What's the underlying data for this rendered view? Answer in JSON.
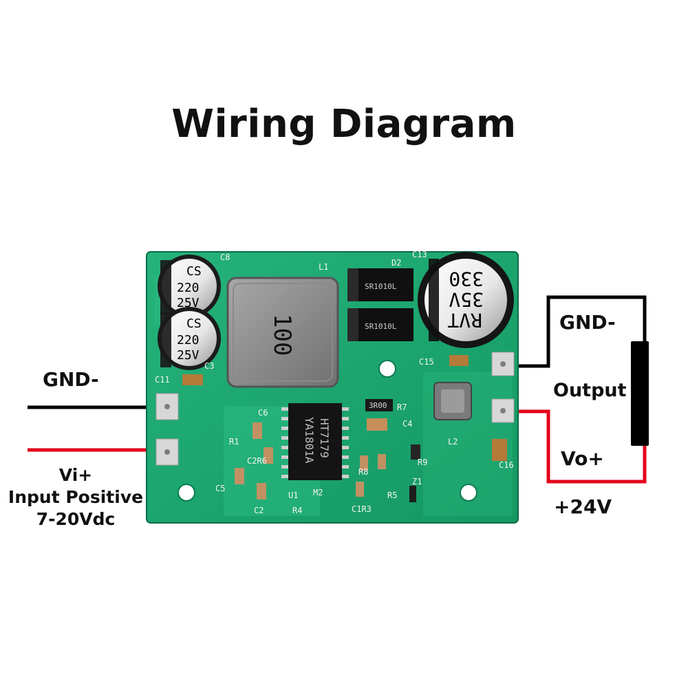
{
  "title": "Wiring Diagram",
  "input_side": {
    "gnd_label": "GND-",
    "vi_label": "Vi+",
    "description": "Input Positive",
    "voltage_range": "7-20Vdc"
  },
  "output_side": {
    "gnd_label": "GND-",
    "output_label": "Output",
    "vo_label": "Vo+",
    "voltage": "+24V"
  },
  "board": {
    "chip_marking_1": "HT7179",
    "chip_marking_2": "YA1801A",
    "inductor_marking": "100",
    "cap_small_1_top": "CS",
    "cap_small_1_mid": "220",
    "cap_small_1_bot": "25V",
    "cap_small_2_top": "CS",
    "cap_small_2_mid": "220",
    "cap_small_2_bot": "25V",
    "cap_large_top": "RVT",
    "cap_large_mid": "35V",
    "cap_large_bot": "330",
    "resistor_marking": "3R00",
    "diode_1_marking": "SR1010L",
    "diode_2_marking": "SR1010L",
    "silkscreen": {
      "c8": "C8",
      "l1": "L1",
      "c13": "C13",
      "d2": "D2",
      "c11": "C11",
      "c3": "C3",
      "c15": "C15",
      "c6": "C6",
      "r7": "R7",
      "c4": "C4",
      "r1": "R1",
      "c2r6": "C2R6",
      "r8": "R8",
      "r9": "R9",
      "l2": "L2",
      "c5": "C5",
      "u1": "U1",
      "m2": "M2",
      "r5": "R5",
      "z1": "Z1",
      "c16": "C16",
      "c2": "C2",
      "r4": "R4",
      "c1r3": "C1R3"
    }
  },
  "colors": {
    "board_green": "#1aa36a",
    "wire_black": "#000000",
    "wire_red": "#e3001b",
    "text": "#111111",
    "pad_metal": "#c8c8c8"
  }
}
